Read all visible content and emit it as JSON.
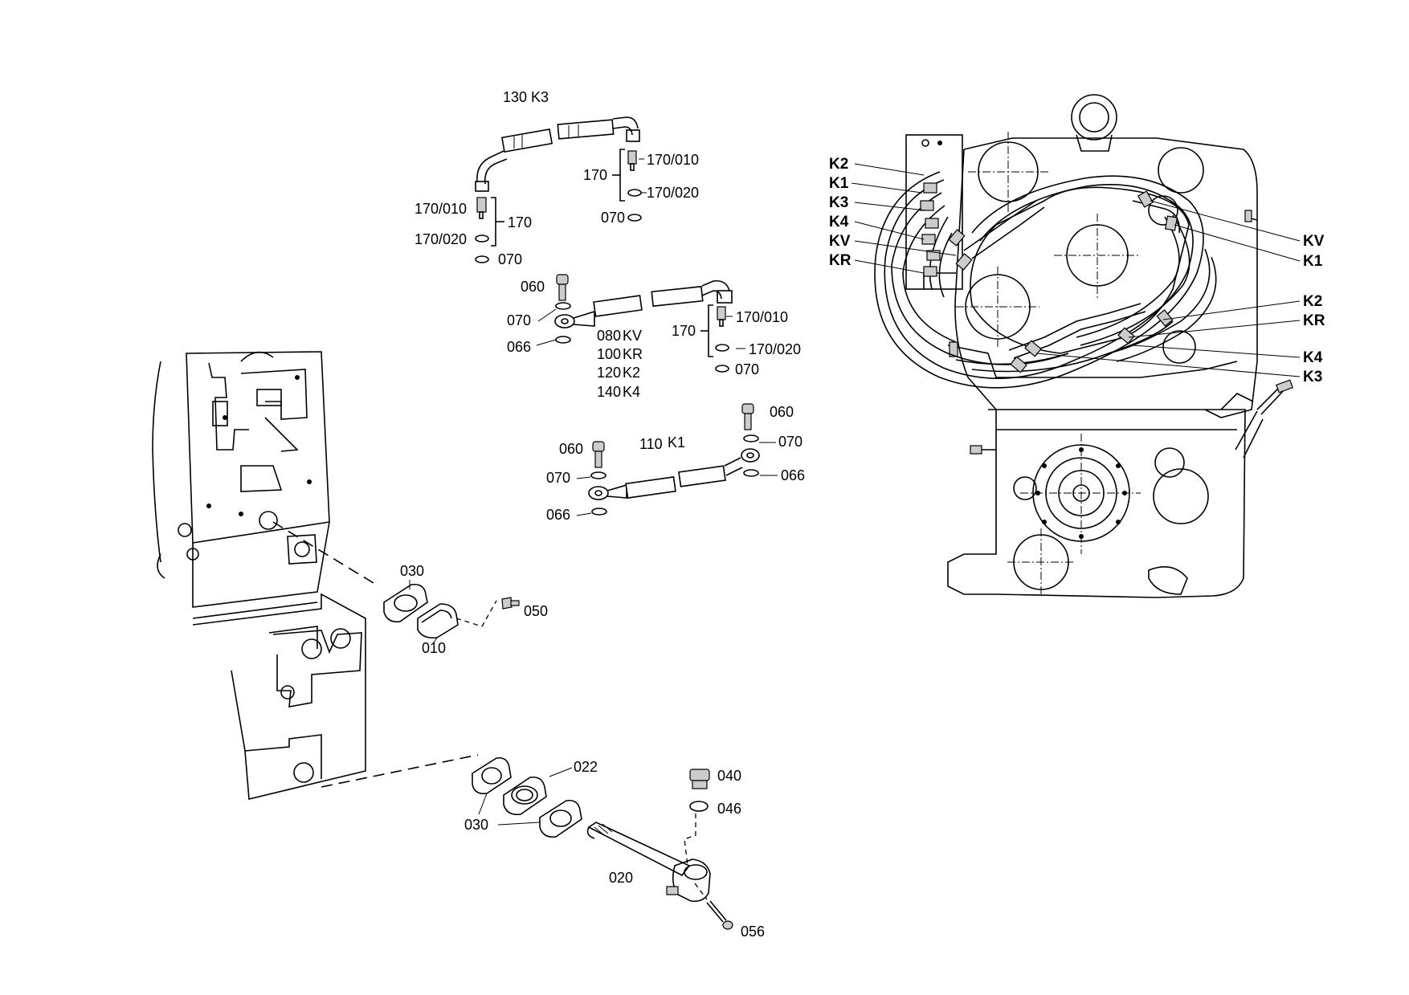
{
  "labels": {
    "l130k3": "130",
    "l130k3b": "K3",
    "l170_010_top_right": "170/010",
    "l170_020_top_right": "170/020",
    "l170_top_right": "170",
    "l070_top_right": "070",
    "l170_010_top_left": "170/010",
    "l170_020_top_left": "170/020",
    "l170_top_left": "170",
    "l070_top_left": "070",
    "l060_a": "060",
    "l070_a": "070",
    "l066_a": "066",
    "list": [
      "080",
      "KV",
      "100",
      "KR",
      "120",
      "K2",
      "140",
      "K4"
    ],
    "l170_mid": "170",
    "l170_010_mid": "170/010",
    "l170_020_mid": "170/020",
    "l070_mid": "070",
    "l060_b": "060",
    "l060_c": "060",
    "l110k1": "110",
    "l110k1b": "K1",
    "l070_b": "070",
    "l070_c": "070",
    "l066_b": "066",
    "l066_c": "066",
    "l030_a": "030",
    "l010": "010",
    "l050": "050",
    "l022": "022",
    "l030_b": "030",
    "l020": "020",
    "l040": "040",
    "l046": "046",
    "l056": "056"
  },
  "k_labels_left": [
    "K2",
    "K1",
    "K3",
    "K4",
    "KV",
    "KR"
  ],
  "k_labels_right": [
    "KV",
    "K1",
    "K2",
    "KR",
    "K4",
    "K3"
  ]
}
